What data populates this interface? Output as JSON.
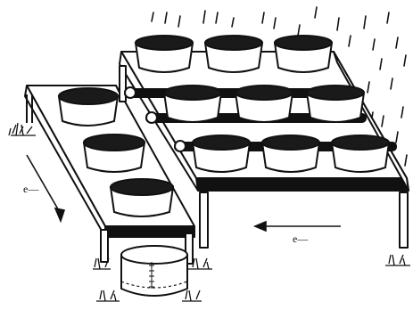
{
  "diagram": {
    "labels": {
      "left_flow": "e—",
      "right_flow": "e—"
    },
    "colors": {
      "ink": "#111111",
      "background": "#ffffff",
      "container_interior": "#1a1a1a"
    },
    "components": {
      "left_tray_basins": 3,
      "right_platform_basins": 9,
      "collection_cylinder": 1
    }
  }
}
